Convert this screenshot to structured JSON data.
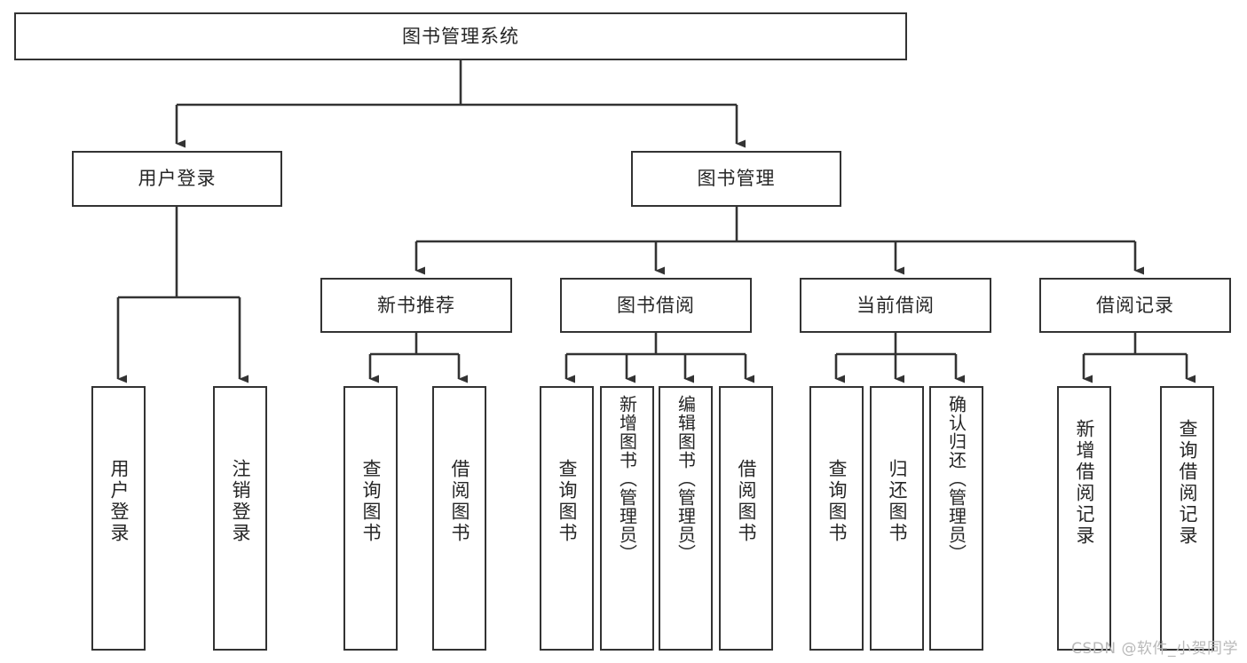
{
  "diagram": {
    "title": "图书管理系统",
    "type": "tree",
    "orientation": "top-down",
    "line_color": "#333333",
    "box_border_color": "#333333",
    "box_fill_color": "#ffffff",
    "text_color": "#262626",
    "watermark": "CSDN @软件_小贺同学",
    "nodes": {
      "root": {
        "label": "图书管理系统"
      },
      "level2": [
        {
          "id": "user-login",
          "label": "用户登录"
        },
        {
          "id": "book-manage",
          "label": "图书管理"
        }
      ],
      "level3": [
        {
          "id": "new-book-recommend",
          "label": "新书推荐"
        },
        {
          "id": "book-borrow",
          "label": "图书借阅"
        },
        {
          "id": "current-borrow",
          "label": "当前借阅"
        },
        {
          "id": "borrow-record",
          "label": "借阅记录"
        }
      ],
      "leaves": {
        "user_login": [
          {
            "id": "leaf-user-login",
            "label": "用户登录"
          },
          {
            "id": "leaf-logout-login",
            "label": "注销登录"
          }
        ],
        "new_book_recommend": [
          {
            "id": "leaf-query-book-1",
            "label": "查询图书"
          },
          {
            "id": "leaf-borrow-book-1",
            "label": "借阅图书"
          }
        ],
        "book_borrow": [
          {
            "id": "leaf-query-book-2",
            "label": "查询图书"
          },
          {
            "id": "leaf-add-book-admin",
            "label": "新增图书（管理员）"
          },
          {
            "id": "leaf-edit-book-admin",
            "label": "编辑图书（管理员）"
          },
          {
            "id": "leaf-borrow-book-2",
            "label": "借阅图书"
          }
        ],
        "current_borrow": [
          {
            "id": "leaf-query-book-3",
            "label": "查询图书"
          },
          {
            "id": "leaf-return-book",
            "label": "归还图书"
          },
          {
            "id": "leaf-confirm-return-admin",
            "label": "确认归还（管理员）"
          }
        ],
        "borrow_record": [
          {
            "id": "leaf-add-borrow-record",
            "label": "新增借阅记录"
          },
          {
            "id": "leaf-query-borrow-record",
            "label": "查询借阅记录"
          }
        ]
      }
    }
  }
}
